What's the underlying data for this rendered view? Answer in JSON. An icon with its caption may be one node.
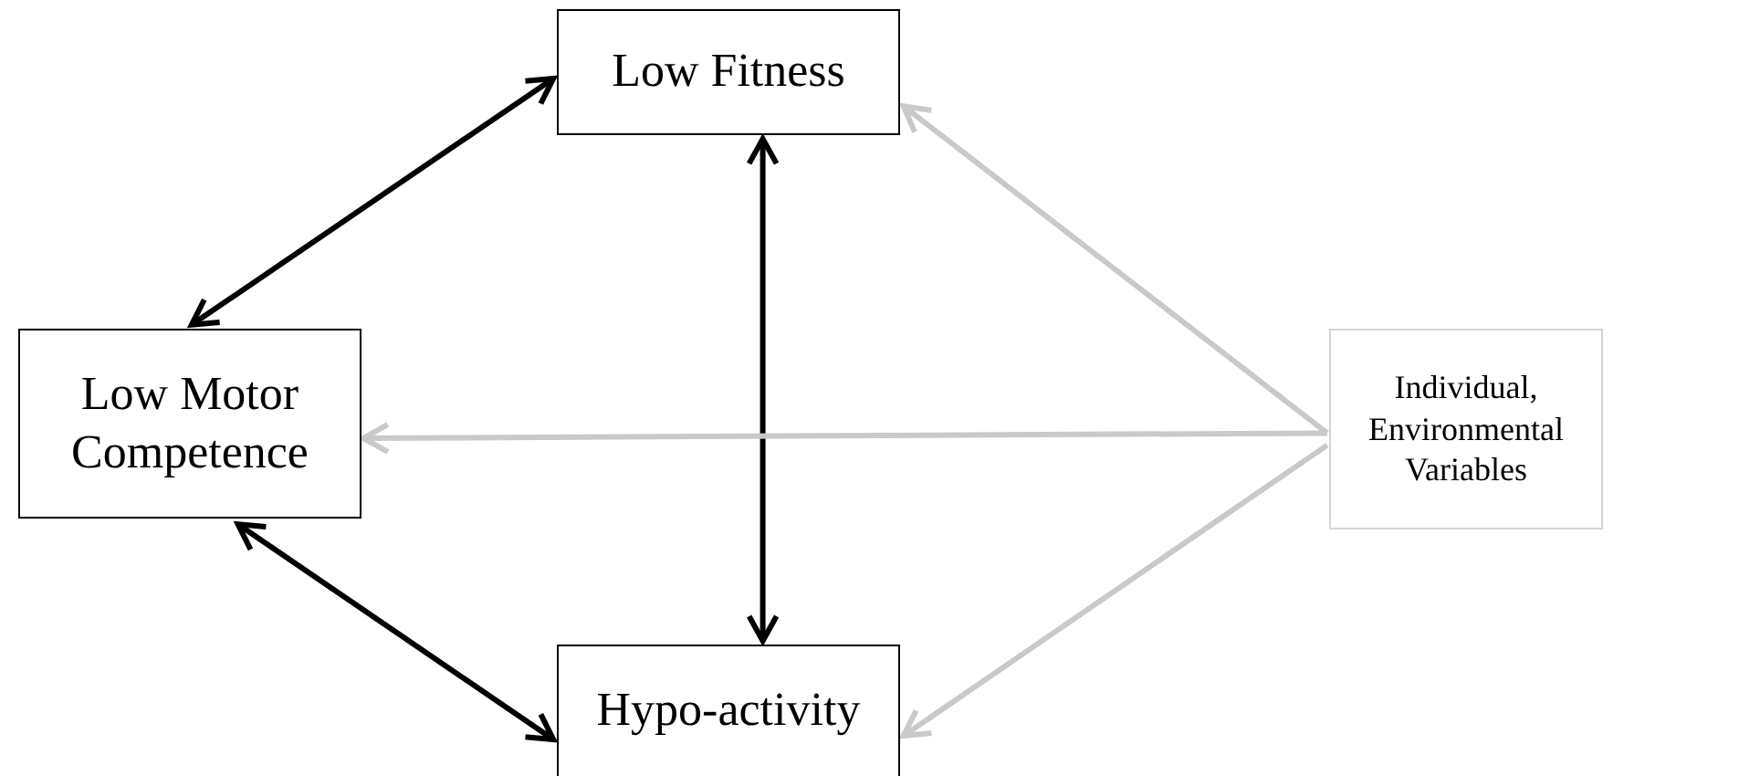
{
  "diagram": {
    "nodes": [
      {
        "text": [
          "Low Fitness"
        ]
      },
      {
        "text": [
          "Low Motor Competence"
        ]
      },
      {
        "text": [
          "Hypo-activity"
        ]
      },
      {
        "text": [
          "Individual, Environmental Variables"
        ]
      }
    ],
    "edges": [
      {
        "from": 1,
        "to": 0,
        "arrow": "both"
      },
      {
        "from": 0,
        "to": 2,
        "arrow": "both"
      },
      {
        "from": 1,
        "to": 2,
        "arrow": "both"
      },
      {
        "from": 3,
        "to": 0,
        "arrow": "to",
        "color": "#c9c9c9"
      },
      {
        "from": 3,
        "to": 1,
        "arrow": "to",
        "color": "#c9c9c9"
      },
      {
        "from": 3,
        "to": 2,
        "arrow": "to",
        "color": "#c9c9c9"
      }
    ]
  }
}
